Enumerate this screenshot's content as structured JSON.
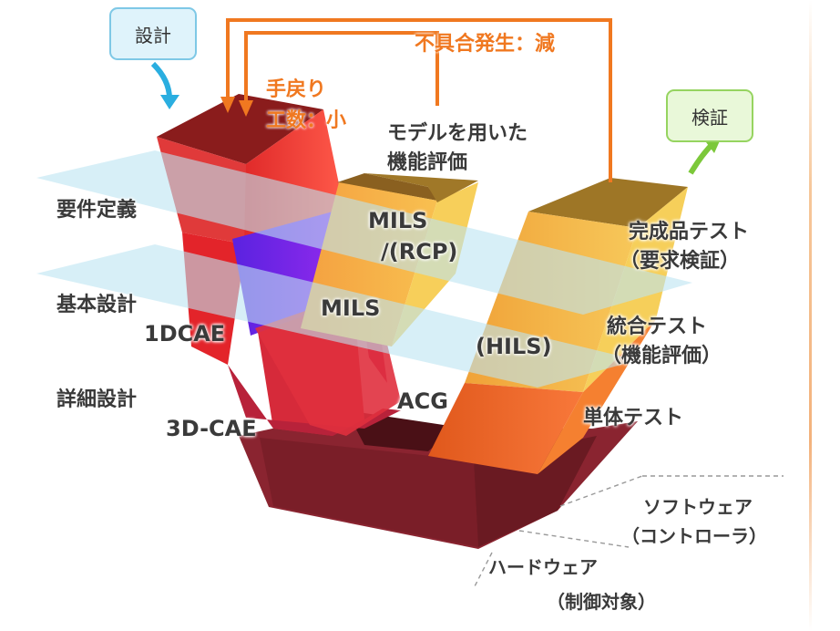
{
  "callouts": {
    "design": "設計",
    "verify": "検証"
  },
  "arrows": {
    "rework_line1": "手戻り",
    "rework_line2": "工数：小",
    "defects": "不具合発生：減"
  },
  "left_phases": {
    "requirements": "要件定義",
    "basic_design": "基本設計",
    "detailed_design": "詳細設計"
  },
  "left_tools": {
    "one_d_cae": "1DCAE",
    "three_d_cae": "3D-CAE"
  },
  "middle": {
    "model_eval_line1": "モデルを用いた",
    "model_eval_line2": "機能評価",
    "mils_rcp_line1": "MILS",
    "mils_rcp_line2": "/(RCP)",
    "mils": "MILS",
    "acg": "ACG",
    "hils": "(HILS)"
  },
  "right_phases": {
    "final_test_line1": "完成品テスト",
    "final_test_line2": "（要求検証）",
    "integration_test_line1": "統合テスト",
    "integration_test_line2": "（機能評価）",
    "unit_test": "単体テスト"
  },
  "bottom": {
    "software_line1": "ソフトウェア",
    "software_line2": "（コントローラ）",
    "hardware_line1": "ハードウェア",
    "hardware_line2": "（制御対象）"
  },
  "colors": {
    "defect_arrow": "#f07820",
    "design_arrow": "#2aaee0",
    "verify_arrow": "#7cc83a",
    "plane": "#bde4f2"
  }
}
